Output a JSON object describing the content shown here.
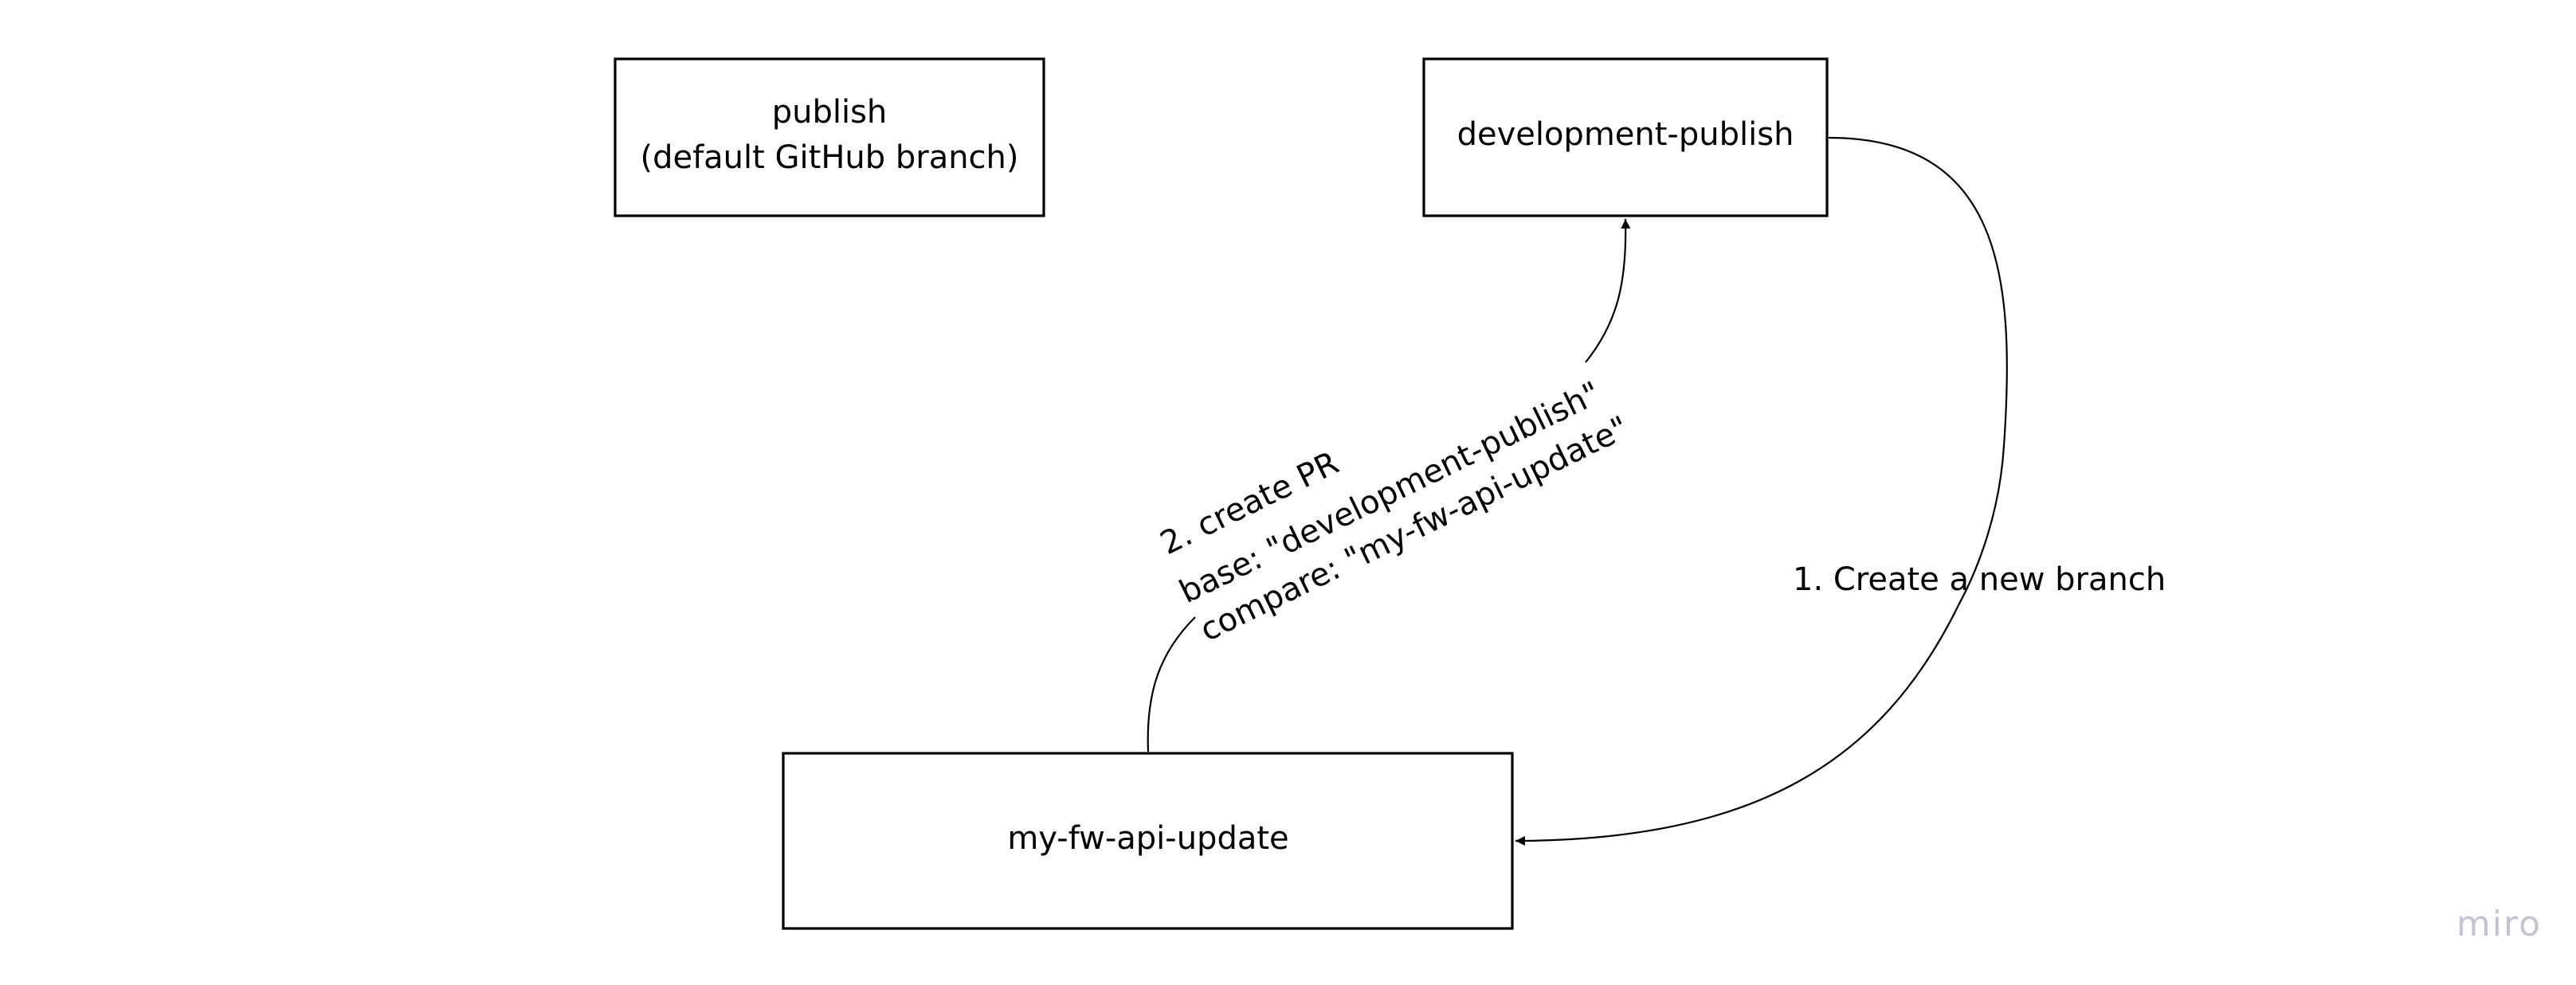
{
  "nodes": {
    "publish": {
      "line1": "publish",
      "line2": "(default GitHub branch)"
    },
    "development_publish": {
      "label": "development-publish"
    },
    "my_fw_api_update": {
      "label": "my-fw-api-update"
    }
  },
  "edges": {
    "create_branch": {
      "label": "1. Create a new branch"
    },
    "create_pr": {
      "line1": "2. create PR",
      "line2": "base: \"development-publish\"",
      "line3": "compare: \"my-fw-api-update\""
    }
  },
  "watermark": "miro",
  "colors": {
    "stroke": "#000000",
    "background": "#ffffff",
    "watermark": "#c2c5d0"
  }
}
